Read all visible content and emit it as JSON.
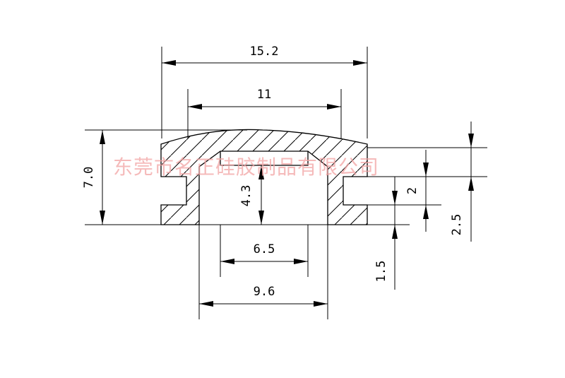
{
  "drawing": {
    "dimensions": {
      "overall_width": "15.2",
      "top_width": "11",
      "height_total": "7.0",
      "inner_depth": "4.3",
      "slot_width": "6.5",
      "base_opening": "9.6",
      "right_gap": "2",
      "right_height": "2.5",
      "right_base": "1.5"
    },
    "watermark": "东莞市名正硅胶制品有限公司",
    "colors": {
      "line": "#000000",
      "watermark": "#f2a4a4",
      "background": "#ffffff"
    }
  }
}
